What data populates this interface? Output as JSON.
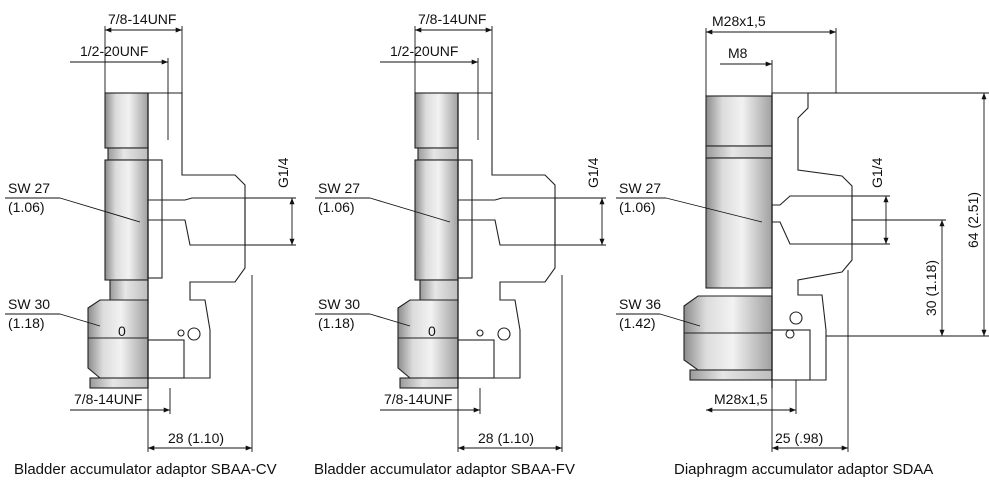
{
  "colors": {
    "metal_light": "#e9e9e9",
    "metal_mid": "#c9c9c9",
    "metal_dark": "#8c8c8c",
    "line": "#222222"
  },
  "drawings": [
    {
      "caption": "Bladder accumulator adaptor SBAA-CV",
      "top_thread_outer": "7/8-14UNF",
      "top_thread_inner": "1/2-20UNF",
      "port": "G1/4",
      "sw_upper": "SW 27",
      "sw_upper_in": "(1.06)",
      "sw_lower": "SW 30",
      "sw_lower_in": "(1.18)",
      "bottom_thread": "7/8-14UNF",
      "width_dim": "28 (1.10)"
    },
    {
      "caption": "Bladder accumulator adaptor SBAA-FV",
      "top_thread_outer": "7/8-14UNF",
      "top_thread_inner": "1/2-20UNF",
      "port": "G1/4",
      "sw_upper": "SW 27",
      "sw_upper_in": "(1.06)",
      "sw_lower": "SW 30",
      "sw_lower_in": "(1.18)",
      "bottom_thread": "7/8-14UNF",
      "width_dim": "28 (1.10)"
    },
    {
      "caption": "Diaphragm accumulator adaptor SDAA",
      "top_thread_outer": "M28x1,5",
      "top_thread_inner": "M8",
      "port": "G1/4",
      "sw_upper": "SW 27",
      "sw_upper_in": "(1.06)",
      "sw_lower": "SW 36",
      "sw_lower_in": "(1.42)",
      "bottom_thread": "M28x1,5",
      "width_dim": "25 (.98)",
      "height_dim_1": "30 (1.18)",
      "height_dim_2": "64 (2.51)"
    }
  ]
}
